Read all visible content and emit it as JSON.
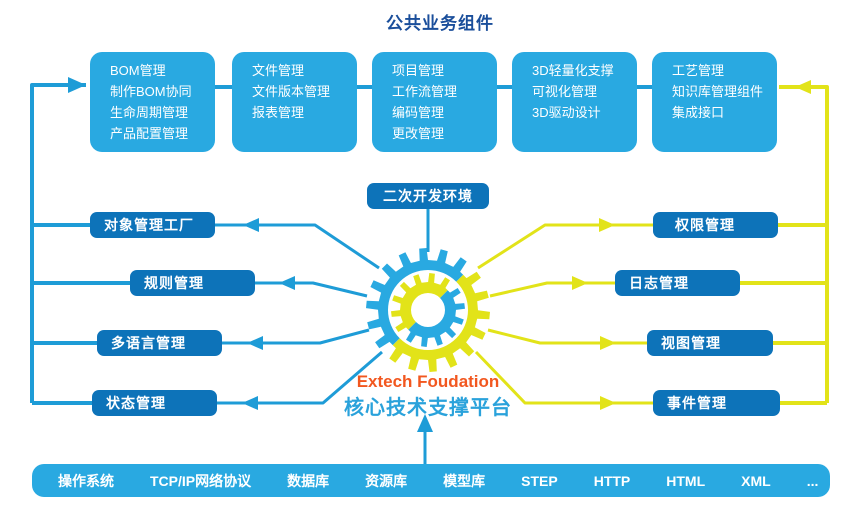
{
  "title": "公共业务组件",
  "top_boxes": [
    [
      "BOM管理",
      "制作BOM协同",
      "生命周期管理",
      "产品配置管理"
    ],
    [
      "文件管理",
      "文件版本管理",
      "报表管理"
    ],
    [
      "项目管理",
      "工作流管理",
      "编码管理",
      "更改管理"
    ],
    [
      "3D轻量化支撑",
      "可视化管理",
      "3D驱动设计"
    ],
    [
      "工艺管理",
      "知识库管理组件",
      "集成接口"
    ]
  ],
  "left_boxes": [
    "对象管理工厂",
    "规则管理",
    "多语言管理",
    "状态管理"
  ],
  "right_boxes": [
    "权限管理",
    "日志管理",
    "视图管理",
    "事件管理"
  ],
  "center": {
    "dev_env": "二次开发环境",
    "brand": "Extech Foudation",
    "platform": "核心技术支撑平台"
  },
  "bottom_bar": {
    "items": [
      "操作系统",
      "TCP/IP网络协议",
      "数据库",
      "资源库",
      "模型库",
      "STEP",
      "HTTP",
      "HTML",
      "XML",
      "..."
    ]
  },
  "colors": {
    "light_blue": "#29a9e1",
    "dark_blue": "#0d73b9",
    "title_blue": "#1a4e9b",
    "line_blue": "#1e9cd7",
    "yellow": "#e2e319",
    "orange": "#f2571f",
    "platform_blue": "#2aa2db"
  }
}
